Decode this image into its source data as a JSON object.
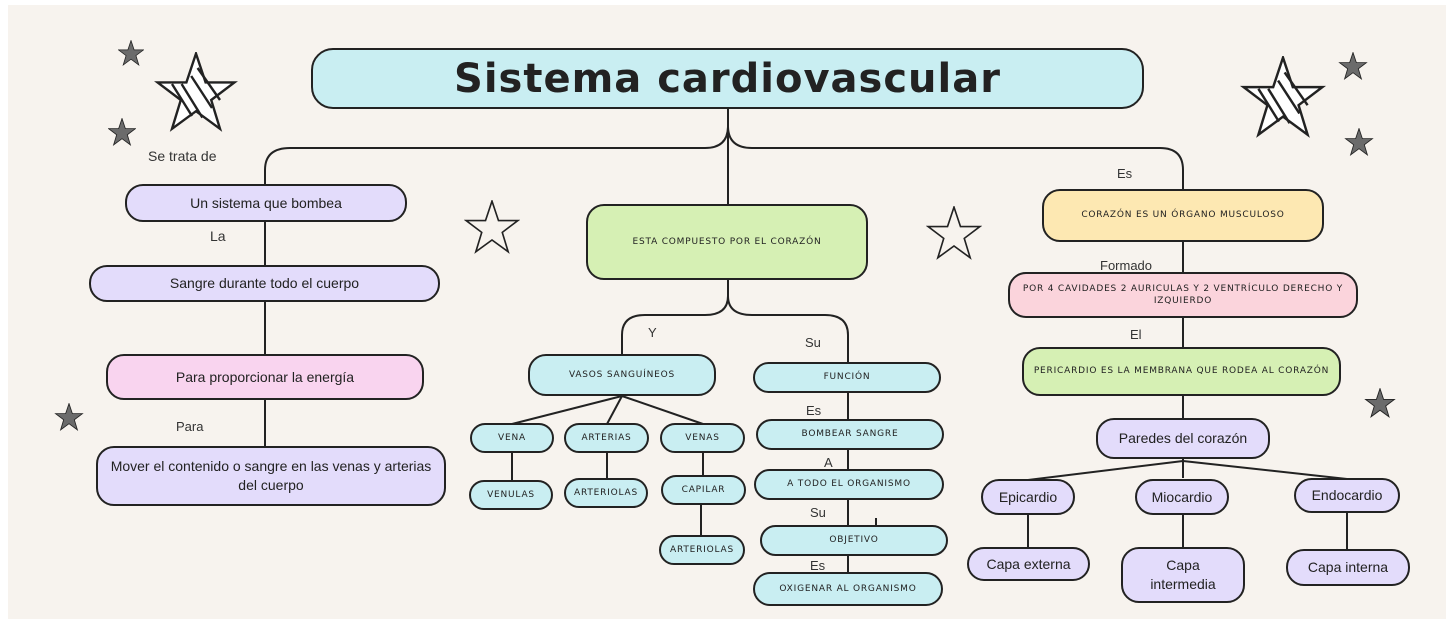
{
  "title": "Sistema cardiovascular",
  "colors": {
    "background": "#f7f3ee",
    "title_box": "#c9eef2",
    "lavender": "#e3dcfb",
    "pink": "#f9d4ef",
    "green": "#d6f0b4",
    "yellow": "#fde8b2",
    "rose": "#fbd4dc",
    "outline": "#222222"
  },
  "left": {
    "link_top": "Se trata de",
    "box1": "Un sistema que bombea",
    "link2": "La",
    "box2": "Sangre durante todo el cuerpo",
    "box3": "Para proporcionar la energía",
    "link4": "Para",
    "box4": "Mover el contenido o  sangre en las venas y arterias del cuerpo"
  },
  "center": {
    "main": "ESTA COMPUESTO POR EL CORAZÓN",
    "link_y": "Y",
    "link_su": "Su",
    "vasos": "VASOS SANGUÍNEOS",
    "vena": "VENA",
    "arterias": "ARTERIAS",
    "venas": "VENAS",
    "venulas": "VENULAS",
    "arteriolas1": "ARTERIOLAS",
    "capilar": "CAPILAR",
    "arteriolas2": "ARTERIOLAS",
    "funcion": "FUNCIÓN",
    "link_es1": "Es",
    "bombear": "BOMBEAR SANGRE",
    "link_a": "A",
    "todo": "A TODO EL ORGANISMO",
    "link_su2": "Su",
    "objetivo": "OBJETIVO",
    "link_es2": "Es",
    "oxigenar": "OXIGENAR AL ORGANISMO"
  },
  "right": {
    "link_es": "Es",
    "corazon": "CORAZÓN ES UN ÓRGANO MUSCULOSO",
    "link_formado": "Formado",
    "cavidades": "POR 4 CAVIDADES 2 AURICULAS Y 2 VENTRÍCULO DERECHO Y IZQUIERDO",
    "link_el": "El",
    "pericardio": "PERICARDIO ES LA MEMBRANA QUE RODEA AL CORAZÓN",
    "paredes": "Paredes del corazón",
    "epicardio": "Epicardio",
    "miocardio": "Miocardio",
    "endocardio": "Endocardio",
    "capa_externa": "Capa externa",
    "capa_intermedia": "Capa intermedia",
    "capa_interna": "Capa interna"
  },
  "decorations": [
    "star-icon",
    "star-icon",
    "striped-star-icon",
    "outline-star-icon"
  ]
}
